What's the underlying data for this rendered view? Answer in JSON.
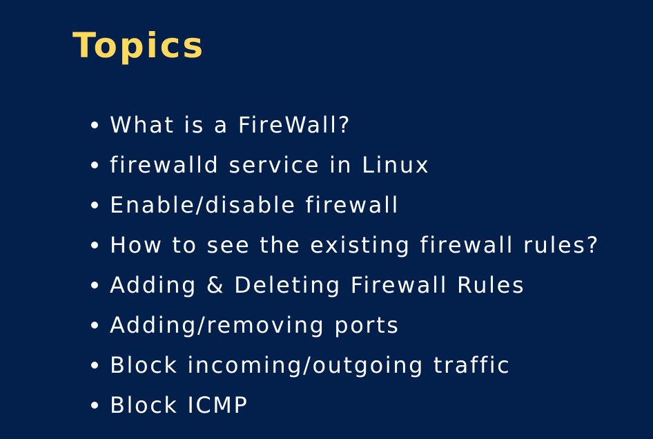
{
  "slide": {
    "title": "Topics",
    "title_color": "#ffd85e",
    "background_color": "#03204c",
    "text_color": "#ffffff",
    "topics": [
      "What is a FireWall?",
      "firewalld service in Linux",
      "Enable/disable firewall",
      "How to see the existing firewall rules?",
      "Adding & Deleting Firewall Rules",
      "Adding/removing ports",
      "Block incoming/outgoing traffic",
      "Block ICMP"
    ]
  }
}
